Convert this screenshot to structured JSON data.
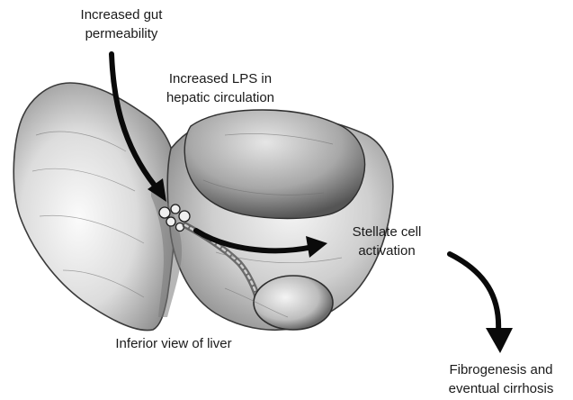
{
  "labels": {
    "gut_permeability": [
      "Increased gut",
      "permeability"
    ],
    "lps": [
      "Increased LPS in",
      "hepatic circulation"
    ],
    "stellate": [
      "Stellate cell",
      "activation"
    ],
    "liver_view": "Inferior view of liver",
    "fibrogenesis": [
      "Fibrogenesis and",
      "eventual cirrhosis"
    ]
  },
  "colors": {
    "arrow": "#0a0a0a",
    "text": "#1a1a1a",
    "liver_light": "#f2f2f2",
    "liver_mid": "#bdbdbd",
    "liver_dark": "#5a5a5a"
  }
}
